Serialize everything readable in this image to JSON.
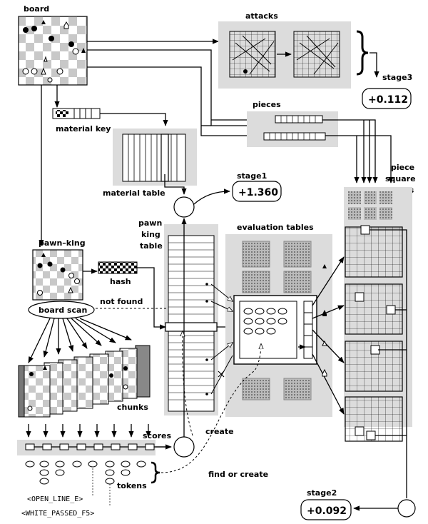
{
  "labels": {
    "board": "board",
    "attacks": "attacks",
    "stage3": "stage3",
    "stage3_value": "+0.112",
    "pieces": "pieces",
    "material_key": "material  key",
    "material_table": "material table",
    "stage1": "stage1",
    "stage1_value": "+1.360",
    "piece_square_tables": [
      "piece",
      "square",
      "tables"
    ],
    "pawn_king_table": [
      "pawn",
      "king",
      "table"
    ],
    "evaluation_tables": "evaluation tables",
    "pawn_king": "pawn–king",
    "hash": "hash",
    "not_found": "not found",
    "board_scan": "board scan",
    "chunks": "chunks",
    "scores": "scores",
    "create": "create",
    "tokens": "tokens",
    "find_or_create": "find or create",
    "stage2": "stage2",
    "stage2_value": "+0.092",
    "token_open_line": "<OPEN_LINE_E>",
    "token_white_passed": "<WHITE_PASSED_F5>"
  },
  "colors": {
    "panel": "#dcdcdc",
    "square_light": "#ffffff",
    "square_dark": "#c8c8c8",
    "ink": "#000000"
  },
  "icons": {
    "pawn_black": "black-pawn-icon",
    "knight_black": "black-knight-icon",
    "pawn_white": "white-pawn-icon",
    "knight_white": "white-knight-icon"
  }
}
